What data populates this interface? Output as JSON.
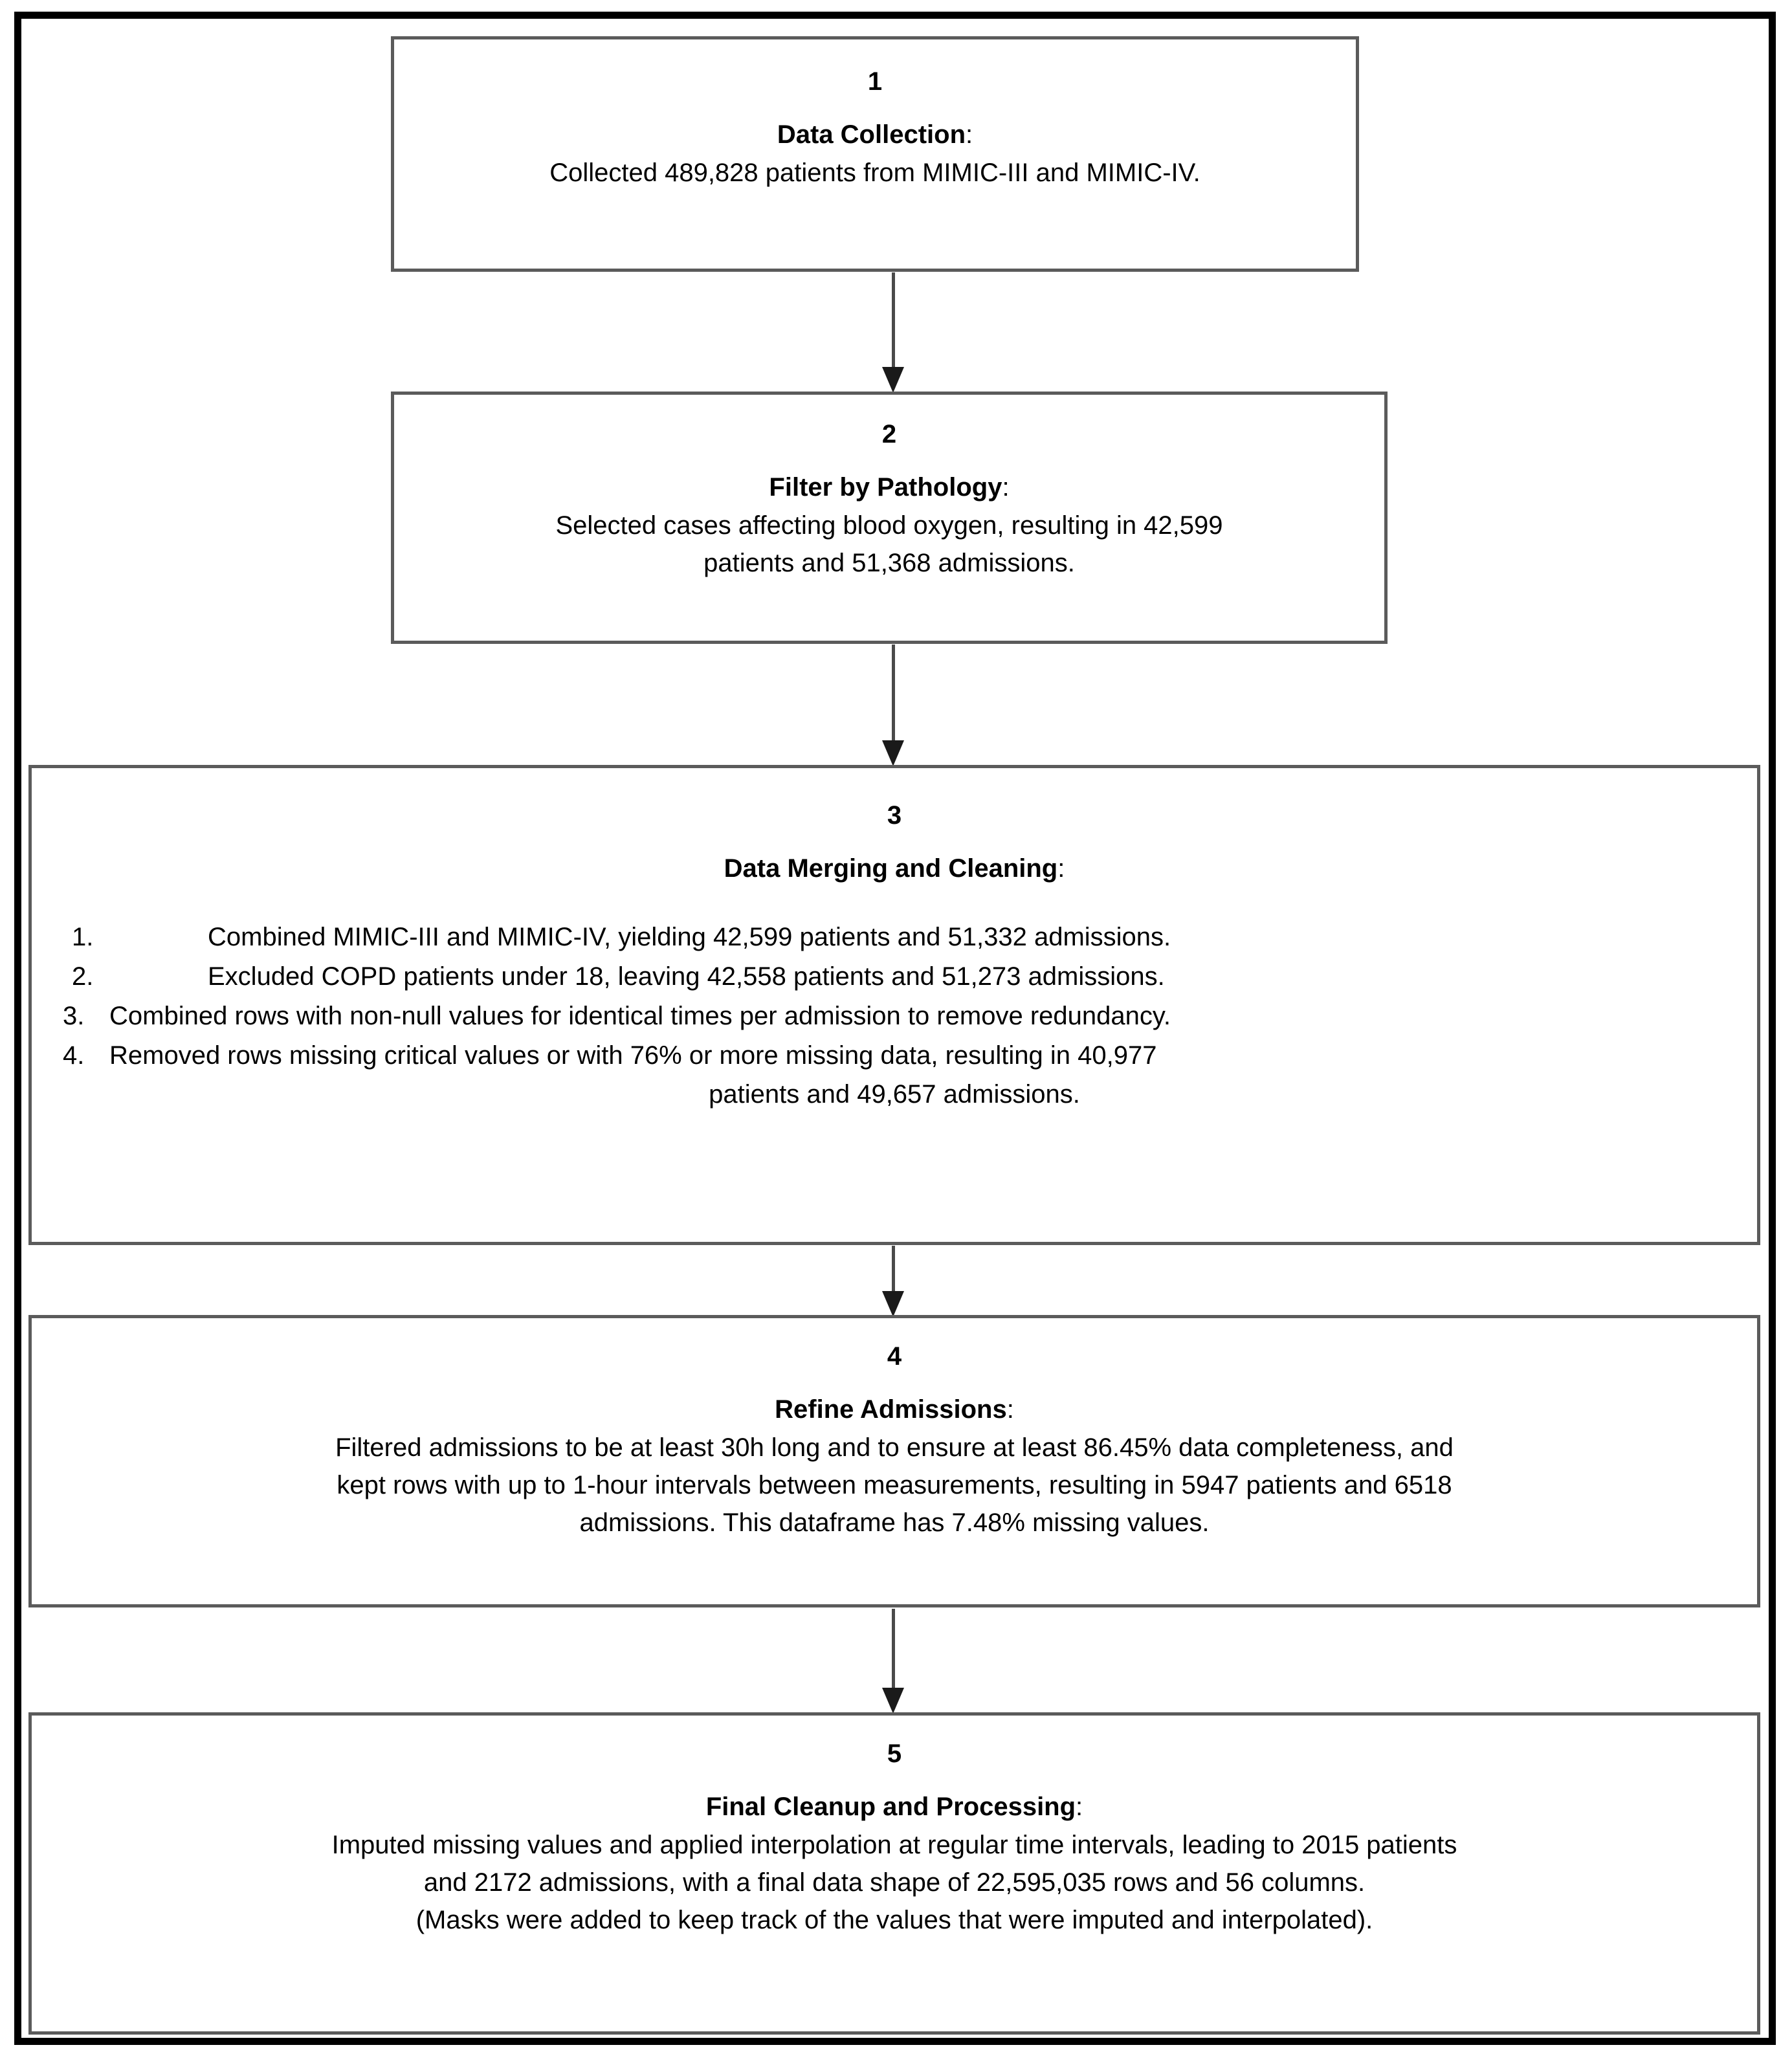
{
  "figure": {
    "type": "flowchart",
    "orientation": "vertical",
    "step_count": 5,
    "colors": {
      "frame": "#000000",
      "box_border": "#5b5b5b",
      "background": "#ffffff",
      "text": "#000000",
      "arrow": "#1a1a1a"
    }
  },
  "steps": [
    {
      "number": "1",
      "title": "Data Collection",
      "colon": ":",
      "body": "Collected 489,828 patients from MIMIC-III and MIMIC-IV."
    },
    {
      "number": "2",
      "title": "Filter by Pathology",
      "colon": ":",
      "body_line_1": "Selected cases affecting blood oxygen, resulting in 42,599",
      "body_line_2": "patients and 51,368 admissions."
    },
    {
      "number": "3",
      "title": "Data Merging and Cleaning",
      "colon": ":",
      "items": [
        {
          "marker": "1.",
          "text": "Combined MIMIC-III and MIMIC-IV, yielding 42,599 patients and 51,332 admissions."
        },
        {
          "marker": "2.",
          "text": "Excluded COPD patients under 18, leaving 42,558 patients and 51,273 admissions."
        },
        {
          "marker": "3.",
          "text": "Combined rows with non-null values for identical times per admission to remove redundancy."
        },
        {
          "marker": "4.",
          "text": "Removed rows missing critical values or with 76% or more missing data, resulting in 40,977"
        }
      ],
      "item_4_continuation": "patients and 49,657 admissions."
    },
    {
      "number": "4",
      "title": "Refine Admissions",
      "colon": ":",
      "body_line_1": "Filtered admissions to be at least 30h long and to ensure at least 86.45% data completeness, and",
      "body_line_2": "kept rows with up to 1-hour intervals between measurements, resulting in 5947 patients and 6518",
      "body_line_3": "admissions. This dataframe has 7.48% missing values."
    },
    {
      "number": "5",
      "title": "Final Cleanup and Processing",
      "colon": ":",
      "body_line_1": "Imputed missing values and applied interpolation at regular time intervals, leading to 2015 patients",
      "body_line_2": "and 2172 admissions, with a final data shape of 22,595,035 rows and 56 columns.",
      "body_line_3": "(Masks were added to keep track of the values that were imputed and interpolated)."
    }
  ]
}
